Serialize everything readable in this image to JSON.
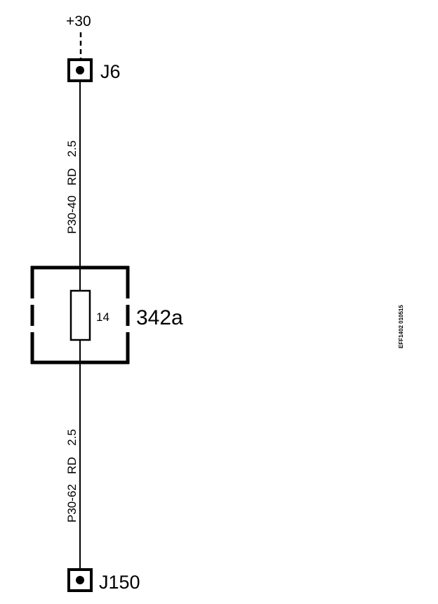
{
  "supply": {
    "label": "+30"
  },
  "connectors": {
    "top": {
      "id": "J6"
    },
    "bottom": {
      "id": "J150"
    }
  },
  "wires": {
    "upper": {
      "circuit": "P30-40",
      "color": "RD",
      "size": "2.5"
    },
    "lower": {
      "circuit": "P30-62",
      "color": "RD",
      "size": "2.5"
    }
  },
  "fuse_box": {
    "id": "342a",
    "fuse_number": "14"
  },
  "figure_code": "EFF1402 010515"
}
